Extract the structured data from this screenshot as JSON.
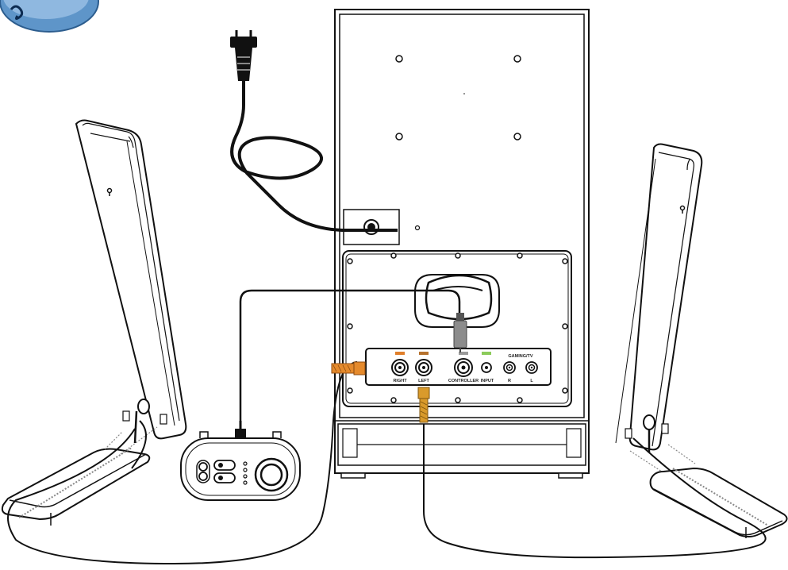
{
  "panel": {
    "ports": {
      "right": "RIGHT",
      "left": "LEFT",
      "controller": "CONTROLLER",
      "input": "INPUT",
      "gaming_tv": "GAMING/TV",
      "r": "R",
      "l": "L"
    }
  },
  "colors": {
    "right_tag": "#E07F2A",
    "left_tag": "#B5712D",
    "controller_tag": "#9A9A9A",
    "input_tag": "#8BCB5A",
    "cable_orange": "#E58A2C",
    "cable_gold": "#D99A2B",
    "controller_plug": "#8C8C8C",
    "badge_blue": "#5E95C9"
  }
}
